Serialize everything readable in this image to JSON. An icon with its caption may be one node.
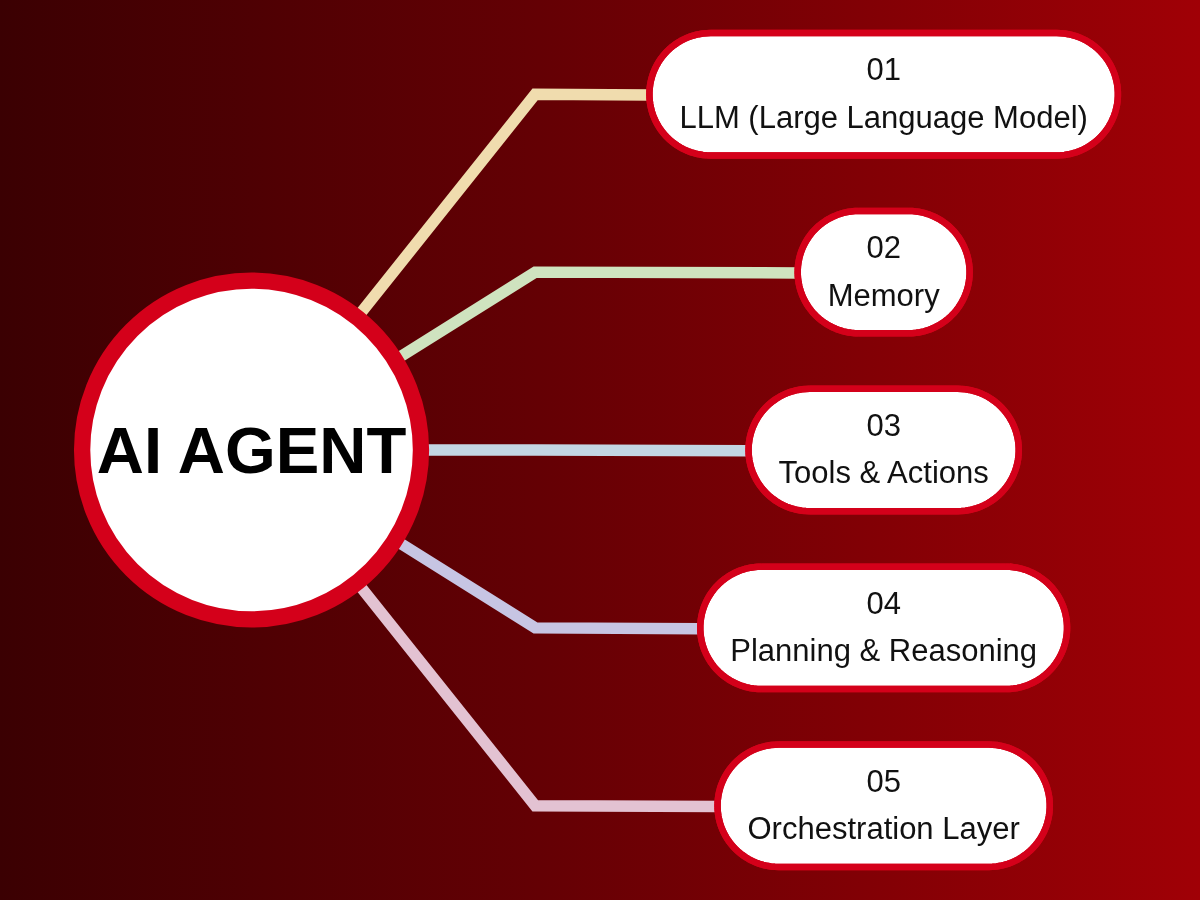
{
  "diagram": {
    "nodes": [
      {
        "text": [
          "AI AGENT"
        ]
      },
      {
        "text": [
          "01",
          "LLM (Large Language Model)"
        ]
      },
      {
        "text": [
          "02",
          "Memory"
        ]
      },
      {
        "text": [
          "03",
          "Tools & Actions"
        ]
      },
      {
        "text": [
          "04",
          "Planning & Reasoning"
        ]
      },
      {
        "text": [
          "05",
          "Orchestration Layer"
        ]
      }
    ],
    "edges": [
      {
        "from": 0,
        "to": 1,
        "arrow": "none",
        "color": "#f0dcae"
      },
      {
        "from": 0,
        "to": 2,
        "arrow": "none",
        "color": "#cfe3bf"
      },
      {
        "from": 0,
        "to": 3,
        "arrow": "none",
        "color": "#c3d6e3"
      },
      {
        "from": 0,
        "to": 4,
        "arrow": "none",
        "color": "#c7c5e3"
      },
      {
        "from": 0,
        "to": 5,
        "arrow": "none",
        "color": "#e3c2d2"
      }
    ]
  }
}
